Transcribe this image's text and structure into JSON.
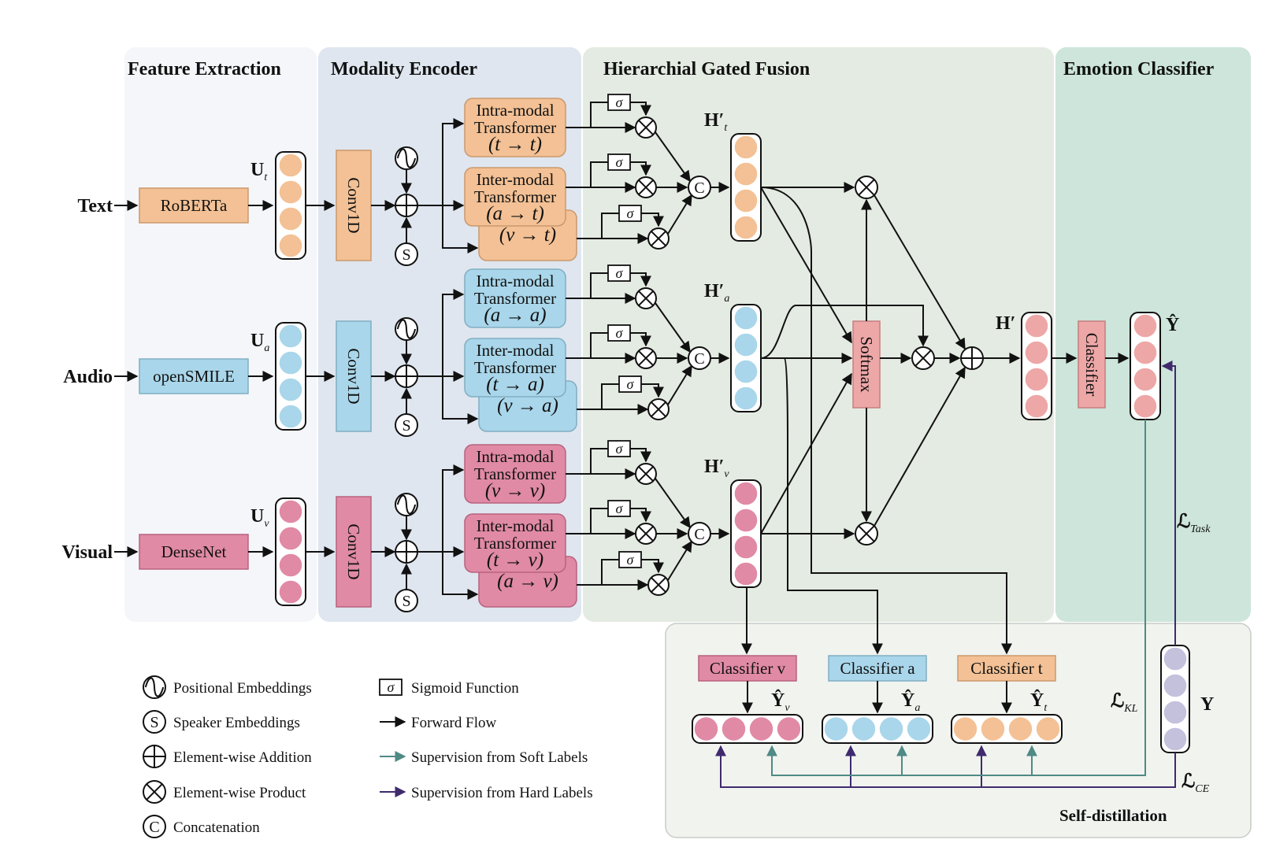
{
  "sections": {
    "feature_extraction": "Feature Extraction",
    "modality_encoder": "Modality Encoder",
    "fusion": "Hierarchial Gated Fusion",
    "classifier": "Emotion Classifier",
    "self_distillation": "Self-distillation"
  },
  "inputs": [
    {
      "label": "Text",
      "extractor": "RoBERTa",
      "feature": "U",
      "sub": "t"
    },
    {
      "label": "Audio",
      "extractor": "openSMILE",
      "feature": "U",
      "sub": "a"
    },
    {
      "label": "Visual",
      "extractor": "DenseNet",
      "feature": "U",
      "sub": "v"
    }
  ],
  "encoder": {
    "conv": "Conv1D"
  },
  "transformers": {
    "t": [
      [
        "Intra-modal",
        "Transformer",
        "(t → t)"
      ],
      [
        "Inter-modal",
        "Transformer",
        "(a → t)"
      ],
      [
        "(v → t)"
      ]
    ],
    "a": [
      [
        "Intra-modal",
        "Transformer",
        "(a → a)"
      ],
      [
        "Inter-modal",
        "Transformer",
        "(t → a)"
      ],
      [
        "(v → a)"
      ]
    ],
    "v": [
      [
        "Intra-modal",
        "Transformer",
        "(v → v)"
      ],
      [
        "Inter-modal",
        "Transformer",
        "(t → v)"
      ],
      [
        "(a → v)"
      ]
    ]
  },
  "symbols": {
    "sigma": "σ",
    "concat": "C",
    "speaker": "S"
  },
  "fusion": {
    "H_t": "H′",
    "H_t_sub": "t",
    "H_a": "H′",
    "H_a_sub": "a",
    "H_v": "H′",
    "H_v_sub": "v",
    "softmax": "Softmax",
    "H": "H′"
  },
  "emotion": {
    "classifier": "Classifier",
    "y_hat": "Ŷ",
    "loss_task": "ℒ",
    "loss_task_sub": "Task"
  },
  "distill": {
    "classifiers": [
      "Classifier v",
      "Classifier a",
      "Classifier t"
    ],
    "y_hats": [
      [
        "Ŷ",
        "v"
      ],
      [
        "Ŷ",
        "a"
      ],
      [
        "Ŷ",
        "t"
      ]
    ],
    "y": "Y",
    "loss_kl": "ℒ",
    "loss_kl_sub": "KL",
    "loss_ce": "ℒ",
    "loss_ce_sub": "CE"
  },
  "legend": [
    {
      "icon": "positional-embedding-icon",
      "text": "Positional Embeddings"
    },
    {
      "icon": "speaker-embedding-icon",
      "text": "Speaker Embeddings"
    },
    {
      "icon": "addition-icon",
      "text": "Element-wise Addition"
    },
    {
      "icon": "product-icon",
      "text": "Element-wise Product"
    },
    {
      "icon": "concat-icon",
      "text": "Concatenation"
    },
    {
      "icon": "sigmoid-icon",
      "text": "Sigmoid Function"
    },
    {
      "icon": "forward-arrow-icon",
      "text": "Forward Flow"
    },
    {
      "icon": "soft-label-arrow-icon",
      "text": "Supervision from Soft Labels"
    },
    {
      "icon": "hard-label-arrow-icon",
      "text": "Supervision from Hard Labels"
    }
  ],
  "colors": {
    "text": "#f3c195",
    "audio": "#a9d6ea",
    "visual": "#e08aa6",
    "fused": "#eda7a7",
    "label": "#c4c1dd",
    "panel_fe": "#f5f6fa",
    "panel_me": "#dfe6ef",
    "panel_hgf": "#e4ebe2",
    "panel_ec": "#cde5da",
    "panel_sd": "#f1f3ef"
  }
}
